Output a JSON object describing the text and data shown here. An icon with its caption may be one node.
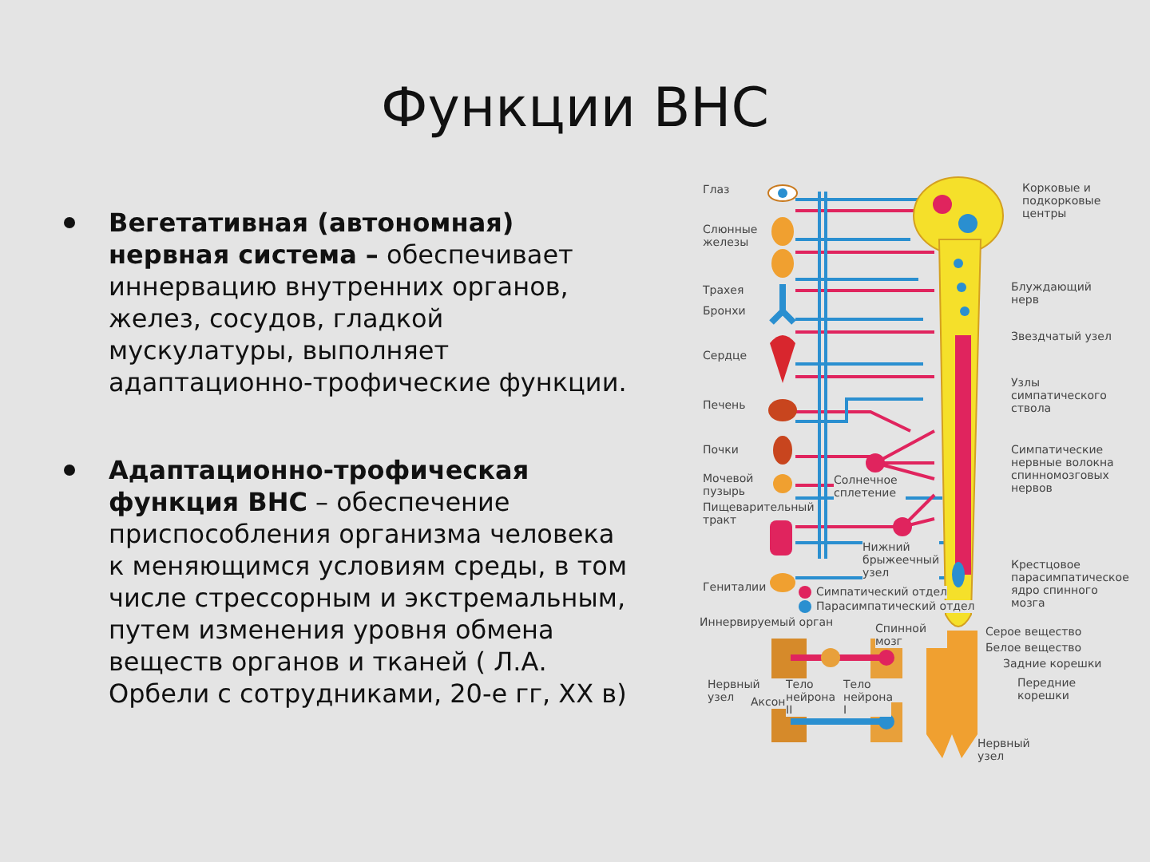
{
  "diagram": {
    "title": "Функции ВНС",
    "labels": [
      "**Вегетативная (автономная) нервная система –** обеспечивает иннервацию внутренних органов, желез, сосудов, гладкой мускулатуры, выполняет адаптационно-трофические функции.",
      "**Адаптационно-трофическая функция ВНС** – обеспечение приспособления организма человека к меняющимся условиям среды, в том числе стрессорным и экстремальным, путем изменения уровня обмена веществ органов и тканей ( Л.А. Орбели с сотрудниками, 20-е гг, XX в)",
      "Глаз",
      "Слюнные железы",
      "Трахея",
      "Бронхи",
      "Сердце",
      "Печень",
      "Почки",
      "Мочевой пузырь",
      "Пищеварительный тракт",
      "Гениталии",
      "Корковые и подкорковые центры",
      "Блуждающий нерв",
      "Звездчатый узел",
      "Узлы симпатического ствола",
      "Симпатические нервные волокна спинномозговых нервов",
      "Солнечное сплетение",
      "Нижний брыжеечный узел",
      "Крестцовое парасимпатическое ядро спинного мозга",
      "Иннервируемый орган",
      "Спинной мозг",
      "Нервный узел",
      "Аксон",
      "Тело нейрона II",
      "Тело нейрона I",
      "Серое вещество",
      "Белое вещество",
      "Задние корешки",
      "Передние корешки",
      "Нервный узел"
    ],
    "legend": [
      {
        "text": "Симпатический отдел",
        "color": "#e0245e"
      },
      {
        "text": "Парасимпатический отдел",
        "color": "#2a8fd0"
      }
    ]
  }
}
